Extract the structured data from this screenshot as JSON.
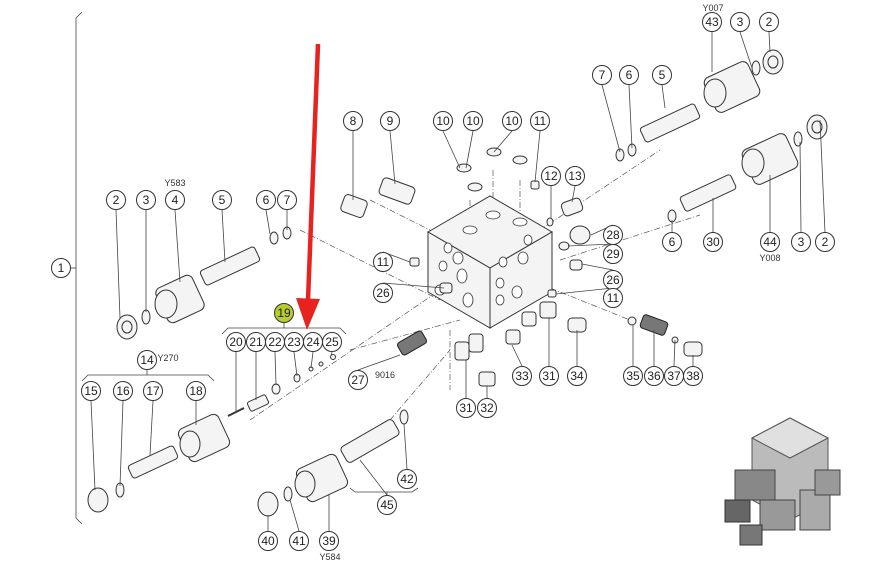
{
  "diagram": {
    "title": "Hydraulic valve block exploded parts diagram",
    "highlighted_callout": "19",
    "highlight_color": "#b8cc2e",
    "arrow_color": "#e8231f",
    "callouts": [
      "1",
      "2",
      "3",
      "4",
      "5",
      "6",
      "7",
      "19",
      "20",
      "21",
      "22",
      "23",
      "24",
      "25",
      "14",
      "15",
      "16",
      "17",
      "18",
      "8",
      "9",
      "10",
      "10",
      "10",
      "11",
      "12",
      "13",
      "28",
      "29",
      "26",
      "11",
      "11",
      "26",
      "27",
      "31",
      "32",
      "33",
      "31",
      "34",
      "35",
      "36",
      "37",
      "38",
      "42",
      "45",
      "40",
      "41",
      "39",
      "43",
      "3",
      "2",
      "7",
      "6",
      "5",
      "6",
      "30",
      "44",
      "3",
      "2"
    ],
    "references": [
      "Y583",
      "Y270",
      "9016",
      "Y584",
      "Y007",
      "Y008"
    ]
  }
}
